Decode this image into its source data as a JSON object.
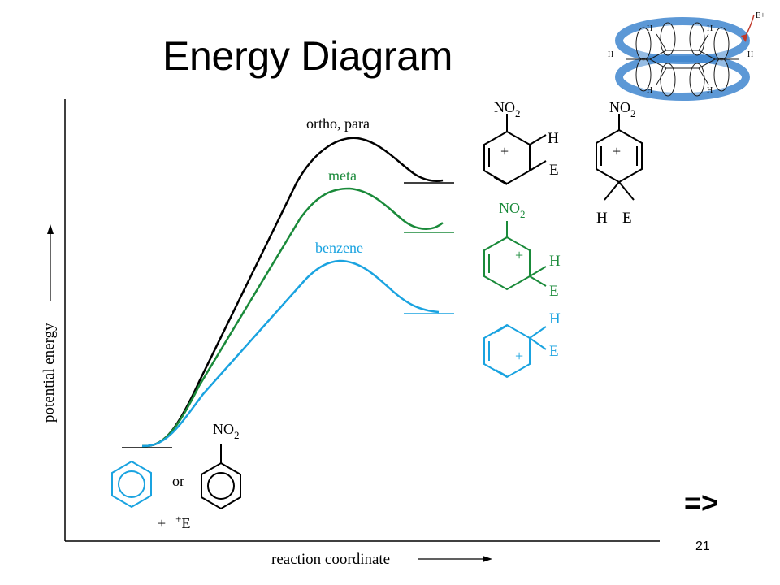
{
  "slide": {
    "title": "Energy Diagram",
    "next_marker": "=>",
    "page_number": "21"
  },
  "diagram": {
    "y_axis_label": "potential energy",
    "x_axis_label": "reaction coordinate",
    "curves": [
      {
        "label": "ortho, para",
        "color": "#000000"
      },
      {
        "label": "meta",
        "color": "#1a8a3a"
      },
      {
        "label": "benzene",
        "color": "#1aa3e0"
      }
    ],
    "reactants": {
      "or_text": "or",
      "plus_text": "+",
      "electrophile": "E",
      "electrophile_charge": "+",
      "nitro_group": "NO",
      "nitro_subscript": "2"
    },
    "intermediates": {
      "substituent": "NO",
      "substituent_subscript": "2",
      "h_label": "H",
      "e_label": "E",
      "charge": "+"
    },
    "orbital_image": {
      "h_label": "H",
      "electrophile": "E+"
    }
  }
}
